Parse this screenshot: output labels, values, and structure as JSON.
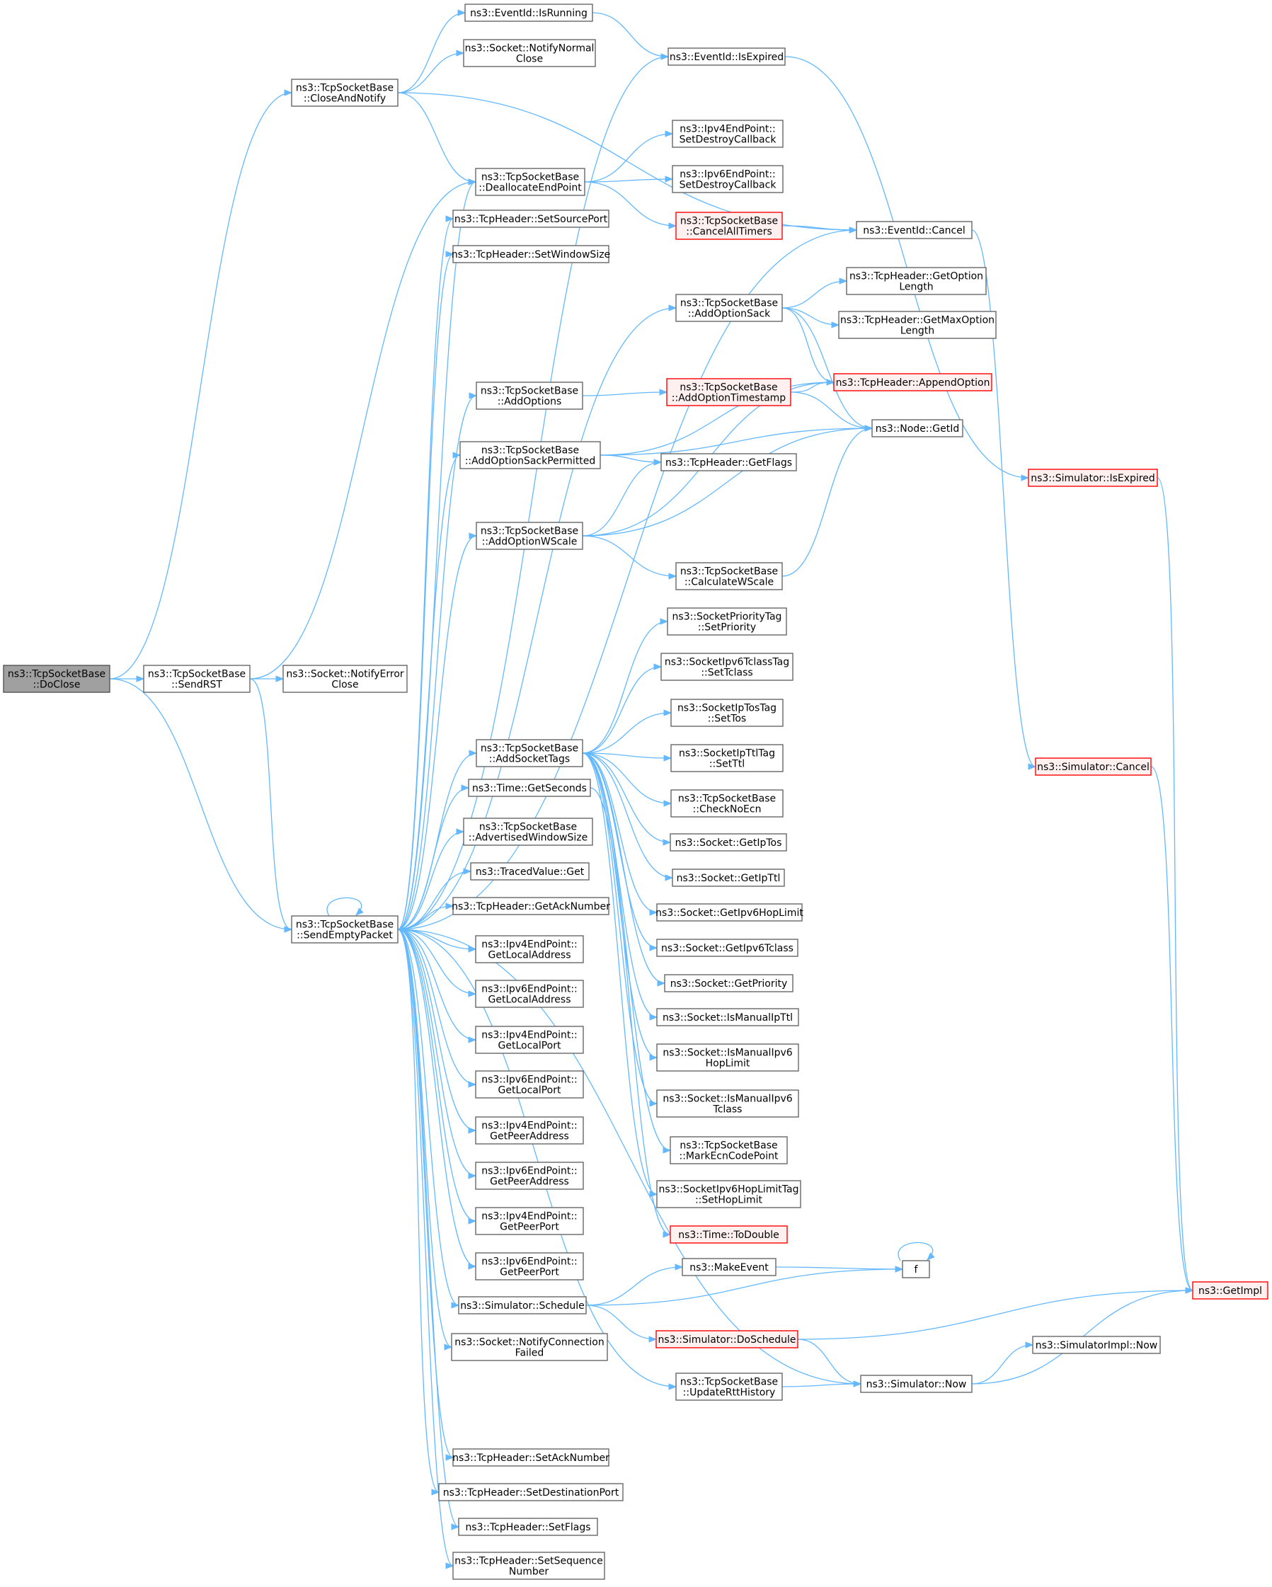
{
  "colors": {
    "edge": "#63b8ff",
    "node_border": "#666666",
    "root_fill": "#a0a0a0",
    "truncated_border": "#ff0000",
    "truncated_fill": "#fff0f0"
  },
  "nodes": [
    {
      "id": "doclose",
      "lines": [
        "ns3::TcpSocketBase",
        "::DoClose"
      ],
      "style": "root"
    },
    {
      "id": "closeandnotify",
      "lines": [
        "ns3::TcpSocketBase",
        "::CloseAndNotify"
      ],
      "style": "normal"
    },
    {
      "id": "sendrst",
      "lines": [
        "ns3::TcpSocketBase",
        "::SendRST"
      ],
      "style": "normal"
    },
    {
      "id": "notifyerrorclose",
      "lines": [
        "ns3::Socket::NotifyError",
        "Close"
      ],
      "style": "normal"
    },
    {
      "id": "sendemptypacket",
      "lines": [
        "ns3::TcpSocketBase",
        "::SendEmptyPacket"
      ],
      "style": "normal"
    },
    {
      "id": "isrunning",
      "lines": [
        "ns3::EventId::IsRunning"
      ],
      "style": "normal"
    },
    {
      "id": "notifynormalclose",
      "lines": [
        "ns3::Socket::NotifyNormal",
        "Close"
      ],
      "style": "normal"
    },
    {
      "id": "isexpired",
      "lines": [
        "ns3::EventId::IsExpired"
      ],
      "style": "normal"
    },
    {
      "id": "deallocate",
      "lines": [
        "ns3::TcpSocketBase",
        "::DeallocateEndPoint"
      ],
      "style": "normal"
    },
    {
      "id": "ipv4destroy",
      "lines": [
        "ns3::Ipv4EndPoint::",
        "SetDestroyCallback"
      ],
      "style": "normal"
    },
    {
      "id": "ipv6destroy",
      "lines": [
        "ns3::Ipv6EndPoint::",
        "SetDestroyCallback"
      ],
      "style": "normal"
    },
    {
      "id": "cancelalltimers",
      "lines": [
        "ns3::TcpSocketBase",
        "::CancelAllTimers"
      ],
      "style": "truncated"
    },
    {
      "id": "eventcancel",
      "lines": [
        "ns3::EventId::Cancel"
      ],
      "style": "normal"
    },
    {
      "id": "setsourceport",
      "lines": [
        "ns3::TcpHeader::SetSourcePort"
      ],
      "style": "normal"
    },
    {
      "id": "setwindowsize",
      "lines": [
        "ns3::TcpHeader::SetWindowSize"
      ],
      "style": "normal"
    },
    {
      "id": "addoptionsack",
      "lines": [
        "ns3::TcpSocketBase",
        "::AddOptionSack"
      ],
      "style": "normal"
    },
    {
      "id": "getoptionlength",
      "lines": [
        "ns3::TcpHeader::GetOption",
        "Length"
      ],
      "style": "normal"
    },
    {
      "id": "getmaxoptionlength",
      "lines": [
        "ns3::TcpHeader::GetMaxOption",
        "Length"
      ],
      "style": "normal"
    },
    {
      "id": "addoptions",
      "lines": [
        "ns3::TcpSocketBase",
        "::AddOptions"
      ],
      "style": "normal"
    },
    {
      "id": "addoptiontimestamp",
      "lines": [
        "ns3::TcpSocketBase",
        "::AddOptionTimestamp"
      ],
      "style": "truncated"
    },
    {
      "id": "appendoption",
      "lines": [
        "ns3::TcpHeader::AppendOption"
      ],
      "style": "truncated"
    },
    {
      "id": "nodegetid",
      "lines": [
        "ns3::Node::GetId"
      ],
      "style": "normal"
    },
    {
      "id": "addoptionsackpermitted",
      "lines": [
        "ns3::TcpSocketBase",
        "::AddOptionSackPermitted"
      ],
      "style": "normal"
    },
    {
      "id": "getflags",
      "lines": [
        "ns3::TcpHeader::GetFlags"
      ],
      "style": "normal"
    },
    {
      "id": "simisexpired",
      "lines": [
        "ns3::Simulator::IsExpired"
      ],
      "style": "truncated"
    },
    {
      "id": "addoptionwscale",
      "lines": [
        "ns3::TcpSocketBase",
        "::AddOptionWScale"
      ],
      "style": "normal"
    },
    {
      "id": "calculatewscale",
      "lines": [
        "ns3::TcpSocketBase",
        "::CalculateWScale"
      ],
      "style": "normal"
    },
    {
      "id": "prioritysetpriority",
      "lines": [
        "ns3::SocketPriorityTag",
        "::SetPriority"
      ],
      "style": "normal"
    },
    {
      "id": "tclasssettclass",
      "lines": [
        "ns3::SocketIpv6TclassTag",
        "::SetTclass"
      ],
      "style": "normal"
    },
    {
      "id": "tossettos",
      "lines": [
        "ns3::SocketIpTosTag",
        "::SetTos"
      ],
      "style": "normal"
    },
    {
      "id": "ttlsetttl",
      "lines": [
        "ns3::SocketIpTtlTag",
        "::SetTtl"
      ],
      "style": "normal"
    },
    {
      "id": "addsockettags",
      "lines": [
        "ns3::TcpSocketBase",
        "::AddSocketTags"
      ],
      "style": "normal"
    },
    {
      "id": "simcancel",
      "lines": [
        "ns3::Simulator::Cancel"
      ],
      "style": "truncated"
    },
    {
      "id": "checknoecn",
      "lines": [
        "ns3::TcpSocketBase",
        "::CheckNoEcn"
      ],
      "style": "normal"
    },
    {
      "id": "getseconds",
      "lines": [
        "ns3::Time::GetSeconds"
      ],
      "style": "normal"
    },
    {
      "id": "getiptos",
      "lines": [
        "ns3::Socket::GetIpTos"
      ],
      "style": "normal"
    },
    {
      "id": "advertisedwindowsize",
      "lines": [
        "ns3::TcpSocketBase",
        "::AdvertisedWindowSize"
      ],
      "style": "normal"
    },
    {
      "id": "getipttl",
      "lines": [
        "ns3::Socket::GetIpTtl"
      ],
      "style": "normal"
    },
    {
      "id": "tracedget",
      "lines": [
        "ns3::TracedValue::Get"
      ],
      "style": "normal"
    },
    {
      "id": "getacknumber",
      "lines": [
        "ns3::TcpHeader::GetAckNumber"
      ],
      "style": "normal"
    },
    {
      "id": "getipv6hoplimit",
      "lines": [
        "ns3::Socket::GetIpv6HopLimit"
      ],
      "style": "normal"
    },
    {
      "id": "ipv4getlocaladdress",
      "lines": [
        "ns3::Ipv4EndPoint::",
        "GetLocalAddress"
      ],
      "style": "normal"
    },
    {
      "id": "getipv6tclass",
      "lines": [
        "ns3::Socket::GetIpv6Tclass"
      ],
      "style": "normal"
    },
    {
      "id": "getpriority",
      "lines": [
        "ns3::Socket::GetPriority"
      ],
      "style": "normal"
    },
    {
      "id": "ipv6getlocaladdress",
      "lines": [
        "ns3::Ipv6EndPoint::",
        "GetLocalAddress"
      ],
      "style": "normal"
    },
    {
      "id": "ismanualipttl",
      "lines": [
        "ns3::Socket::IsManualIpTtl"
      ],
      "style": "normal"
    },
    {
      "id": "ipv4getlocalport",
      "lines": [
        "ns3::Ipv4EndPoint::",
        "GetLocalPort"
      ],
      "style": "normal"
    },
    {
      "id": "ismanualipv6hoplimit",
      "lines": [
        "ns3::Socket::IsManualIpv6",
        "HopLimit"
      ],
      "style": "normal"
    },
    {
      "id": "ipv6getlocalport",
      "lines": [
        "ns3::Ipv6EndPoint::",
        "GetLocalPort"
      ],
      "style": "normal"
    },
    {
      "id": "ismanualipv6tclass",
      "lines": [
        "ns3::Socket::IsManualIpv6",
        "Tclass"
      ],
      "style": "normal"
    },
    {
      "id": "ipv4getpeeraddress",
      "lines": [
        "ns3::Ipv4EndPoint::",
        "GetPeerAddress"
      ],
      "style": "normal"
    },
    {
      "id": "markecncodepoint",
      "lines": [
        "ns3::TcpSocketBase",
        "::MarkEcnCodePoint"
      ],
      "style": "normal"
    },
    {
      "id": "ipv6getpeeraddress",
      "lines": [
        "ns3::Ipv6EndPoint::",
        "GetPeerAddress"
      ],
      "style": "normal"
    },
    {
      "id": "hoplimitsethoplimit",
      "lines": [
        "ns3::SocketIpv6HopLimitTag",
        "::SetHopLimit"
      ],
      "style": "normal"
    },
    {
      "id": "ipv4getpeerport",
      "lines": [
        "ns3::Ipv4EndPoint::",
        "GetPeerPort"
      ],
      "style": "normal"
    },
    {
      "id": "timetodouble",
      "lines": [
        "ns3::Time::ToDouble"
      ],
      "style": "truncated"
    },
    {
      "id": "ipv6getpeerport",
      "lines": [
        "ns3::Ipv6EndPoint::",
        "GetPeerPort"
      ],
      "style": "normal"
    },
    {
      "id": "f",
      "lines": [
        "f"
      ],
      "style": "normal"
    },
    {
      "id": "makeevent",
      "lines": [
        "ns3::MakeEvent"
      ],
      "style": "normal"
    },
    {
      "id": "schedule",
      "lines": [
        "ns3::Simulator::Schedule"
      ],
      "style": "normal"
    },
    {
      "id": "getimpl",
      "lines": [
        "ns3::GetImpl"
      ],
      "style": "truncated"
    },
    {
      "id": "doschedule",
      "lines": [
        "ns3::Simulator::DoSchedule"
      ],
      "style": "truncated"
    },
    {
      "id": "notifyconnectionfailed",
      "lines": [
        "ns3::Socket::NotifyConnection",
        "Failed"
      ],
      "style": "normal"
    },
    {
      "id": "simimplnow",
      "lines": [
        "ns3::SimulatorImpl::Now"
      ],
      "style": "normal"
    },
    {
      "id": "updatertthistory",
      "lines": [
        "ns3::TcpSocketBase",
        "::UpdateRttHistory"
      ],
      "style": "normal"
    },
    {
      "id": "simnow",
      "lines": [
        "ns3::Simulator::Now"
      ],
      "style": "normal"
    },
    {
      "id": "setacknumber",
      "lines": [
        "ns3::TcpHeader::SetAckNumber"
      ],
      "style": "normal"
    },
    {
      "id": "setdestinationport",
      "lines": [
        "ns3::TcpHeader::SetDestinationPort"
      ],
      "style": "normal"
    },
    {
      "id": "setflags",
      "lines": [
        "ns3::TcpHeader::SetFlags"
      ],
      "style": "normal"
    },
    {
      "id": "setsequencenumber",
      "lines": [
        "ns3::TcpHeader::SetSequence",
        "Number"
      ],
      "style": "normal"
    }
  ],
  "edges": [
    [
      "doclose",
      "closeandnotify"
    ],
    [
      "doclose",
      "sendrst"
    ],
    [
      "doclose",
      "sendemptypacket"
    ],
    [
      "closeandnotify",
      "isrunning"
    ],
    [
      "closeandnotify",
      "notifynormalclose"
    ],
    [
      "closeandnotify",
      "deallocate"
    ],
    [
      "closeandnotify",
      "eventcancel"
    ],
    [
      "isrunning",
      "isexpired"
    ],
    [
      "isexpired",
      "simisexpired"
    ],
    [
      "sendrst",
      "notifyerrorclose"
    ],
    [
      "sendrst",
      "deallocate"
    ],
    [
      "sendrst",
      "sendemptypacket"
    ],
    [
      "deallocate",
      "ipv4destroy"
    ],
    [
      "deallocate",
      "ipv6destroy"
    ],
    [
      "deallocate",
      "cancelalltimers"
    ],
    [
      "cancelalltimers",
      "eventcancel"
    ],
    [
      "eventcancel",
      "simcancel"
    ],
    [
      "simisexpired",
      "getimpl"
    ],
    [
      "simcancel",
      "getimpl"
    ],
    [
      "addoptionsack",
      "getoptionlength"
    ],
    [
      "addoptionsack",
      "getmaxoptionlength"
    ],
    [
      "addoptionsack",
      "appendoption"
    ],
    [
      "addoptionsack",
      "nodegetid"
    ],
    [
      "addoptions",
      "addoptiontimestamp"
    ],
    [
      "addoptiontimestamp",
      "appendoption"
    ],
    [
      "addoptiontimestamp",
      "nodegetid"
    ],
    [
      "addoptionsackpermitted",
      "appendoption"
    ],
    [
      "addoptionsackpermitted",
      "nodegetid"
    ],
    [
      "addoptionsackpermitted",
      "getflags"
    ],
    [
      "addoptionwscale",
      "getflags"
    ],
    [
      "addoptionwscale",
      "appendoption"
    ],
    [
      "addoptionwscale",
      "nodegetid"
    ],
    [
      "addoptionwscale",
      "calculatewscale"
    ],
    [
      "calculatewscale",
      "nodegetid"
    ],
    [
      "addsockettags",
      "prioritysetpriority"
    ],
    [
      "addsockettags",
      "tclasssettclass"
    ],
    [
      "addsockettags",
      "tossettos"
    ],
    [
      "addsockettags",
      "ttlsetttl"
    ],
    [
      "addsockettags",
      "checknoecn"
    ],
    [
      "addsockettags",
      "getiptos"
    ],
    [
      "addsockettags",
      "getipttl"
    ],
    [
      "addsockettags",
      "getipv6hoplimit"
    ],
    [
      "addsockettags",
      "getipv6tclass"
    ],
    [
      "addsockettags",
      "getpriority"
    ],
    [
      "addsockettags",
      "ismanualipttl"
    ],
    [
      "addsockettags",
      "ismanualipv6hoplimit"
    ],
    [
      "addsockettags",
      "ismanualipv6tclass"
    ],
    [
      "addsockettags",
      "markecncodepoint"
    ],
    [
      "addsockettags",
      "hoplimitsethoplimit"
    ],
    [
      "getseconds",
      "timetodouble"
    ],
    [
      "sendemptypacket",
      "isexpired"
    ],
    [
      "sendemptypacket",
      "deallocate"
    ],
    [
      "sendemptypacket",
      "setsourceport"
    ],
    [
      "sendemptypacket",
      "setwindowsize"
    ],
    [
      "sendemptypacket",
      "eventcancel"
    ],
    [
      "sendemptypacket",
      "addoptionsack"
    ],
    [
      "sendemptypacket",
      "addoptions"
    ],
    [
      "sendemptypacket",
      "addoptionsackpermitted"
    ],
    [
      "sendemptypacket",
      "addoptionwscale"
    ],
    [
      "sendemptypacket",
      "addsockettags"
    ],
    [
      "sendemptypacket",
      "getseconds"
    ],
    [
      "sendemptypacket",
      "advertisedwindowsize"
    ],
    [
      "sendemptypacket",
      "tracedget"
    ],
    [
      "sendemptypacket",
      "getacknumber"
    ],
    [
      "sendemptypacket",
      "ipv4getlocaladdress"
    ],
    [
      "sendemptypacket",
      "ipv6getlocaladdress"
    ],
    [
      "sendemptypacket",
      "ipv4getlocalport"
    ],
    [
      "sendemptypacket",
      "ipv6getlocalport"
    ],
    [
      "sendemptypacket",
      "ipv4getpeeraddress"
    ],
    [
      "sendemptypacket",
      "ipv6getpeeraddress"
    ],
    [
      "sendemptypacket",
      "ipv4getpeerport"
    ],
    [
      "sendemptypacket",
      "ipv6getpeerport"
    ],
    [
      "sendemptypacket",
      "schedule"
    ],
    [
      "sendemptypacket",
      "notifyconnectionfailed"
    ],
    [
      "sendemptypacket",
      "updatertthistory"
    ],
    [
      "sendemptypacket",
      "simnow"
    ],
    [
      "sendemptypacket",
      "setacknumber"
    ],
    [
      "sendemptypacket",
      "setdestinationport"
    ],
    [
      "sendemptypacket",
      "setflags"
    ],
    [
      "sendemptypacket",
      "setsequencenumber"
    ],
    [
      "sendemptypacket",
      "sendemptypacket"
    ],
    [
      "schedule",
      "makeevent"
    ],
    [
      "schedule",
      "f"
    ],
    [
      "schedule",
      "doschedule"
    ],
    [
      "makeevent",
      "f"
    ],
    [
      "f",
      "f"
    ],
    [
      "doschedule",
      "getimpl"
    ],
    [
      "doschedule",
      "simnow"
    ],
    [
      "updatertthistory",
      "simnow"
    ],
    [
      "simnow",
      "simimplnow"
    ],
    [
      "simnow",
      "getimpl"
    ]
  ]
}
